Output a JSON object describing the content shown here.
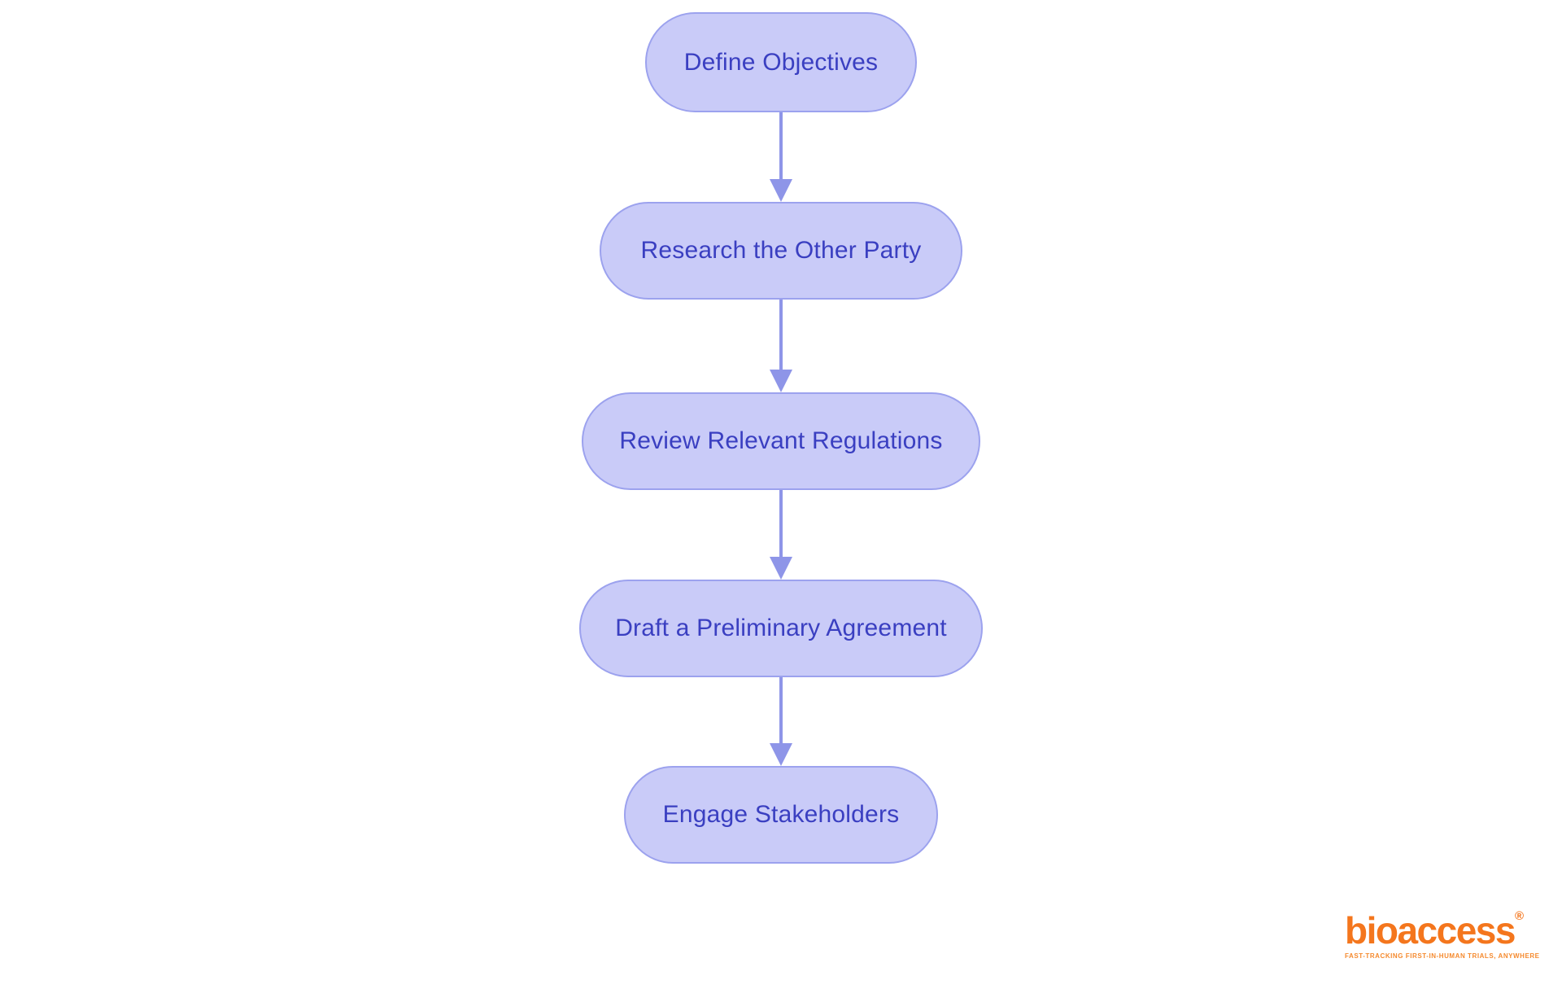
{
  "page": {
    "background": "#ffffff"
  },
  "flowchart": {
    "type": "vertical-process-flow",
    "direction": "top-down",
    "style": {
      "node_fill": "#c9cbf8",
      "node_border": "#9ca2ee",
      "node_text_color": "#3a3fc1",
      "arrow_color": "#8e95e8",
      "node_shape": "rounded-pill"
    },
    "nodes": [
      {
        "id": "step-1",
        "label": "Define Objectives"
      },
      {
        "id": "step-2",
        "label": "Research the Other Party"
      },
      {
        "id": "step-3",
        "label": "Review Relevant Regulations"
      },
      {
        "id": "step-4",
        "label": "Draft a Preliminary Agreement"
      },
      {
        "id": "step-5",
        "label": "Engage Stakeholders"
      }
    ],
    "edges": [
      {
        "from": "Define Objectives",
        "to": "Research the Other Party"
      },
      {
        "from": "Research the Other Party",
        "to": "Review Relevant Regulations"
      },
      {
        "from": "Review Relevant Regulations",
        "to": "Draft a Preliminary Agreement"
      },
      {
        "from": "Draft a Preliminary Agreement",
        "to": "Engage Stakeholders"
      }
    ]
  },
  "logo": {
    "wordmark": "bioaccess",
    "registered_mark": "®",
    "tagline": "FAST-TRACKING FIRST-IN-HUMAN TRIALS, ANYWHERE",
    "colors": {
      "wordmark": "#f4761d",
      "tagline": "#f58a2e"
    }
  }
}
